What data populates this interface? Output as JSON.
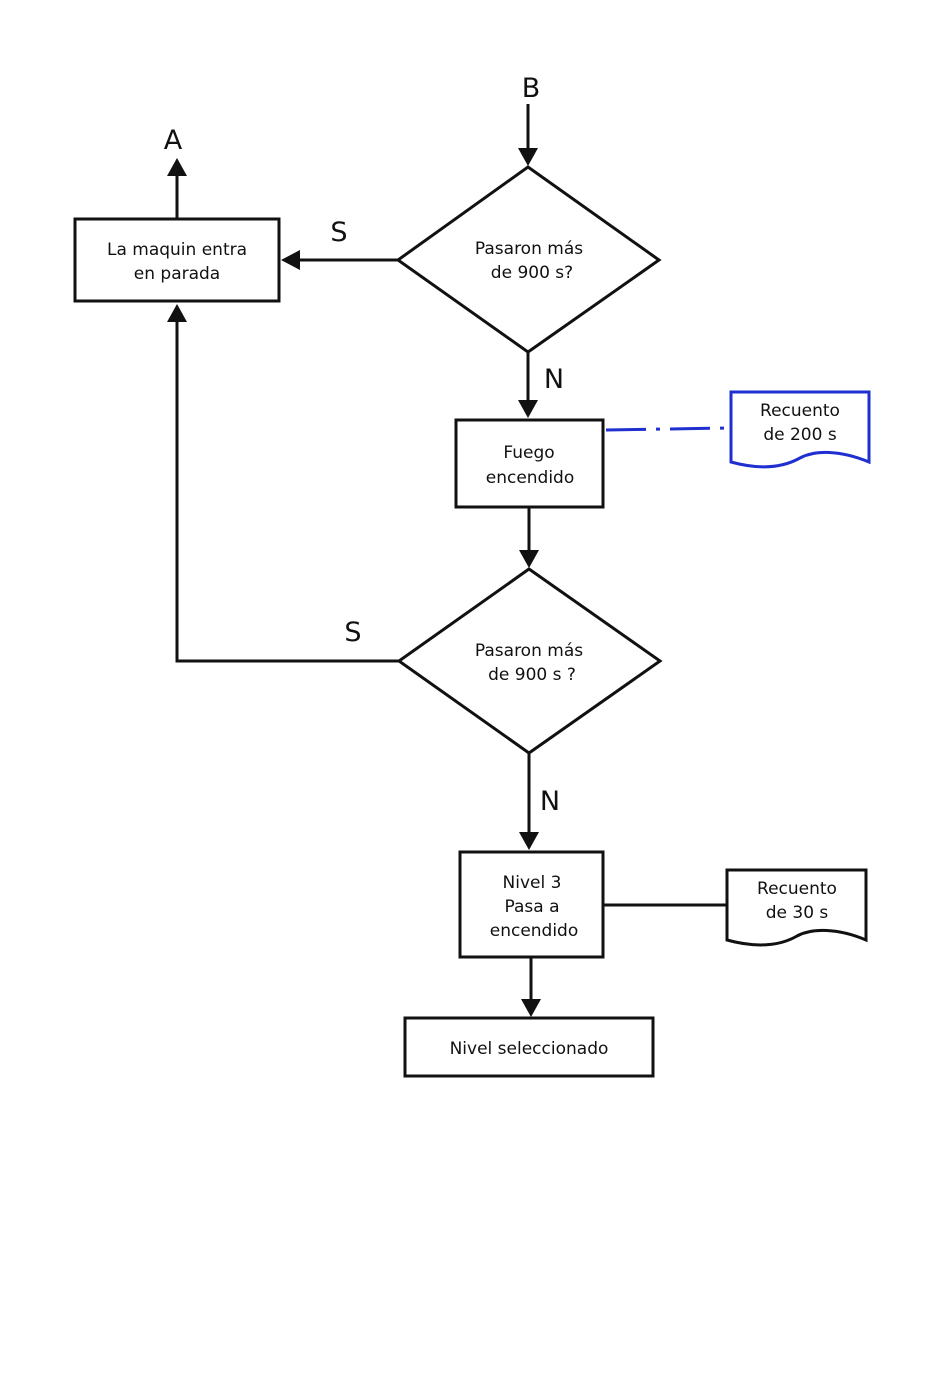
{
  "connectors": {
    "top_in": "B",
    "top_out": "A"
  },
  "decision1": {
    "lines": [
      "Pasaron más",
      "de 900 s?"
    ],
    "yes_label": "S",
    "no_label": "N"
  },
  "stop_box": {
    "lines": [
      "La maquin entra",
      "en parada"
    ]
  },
  "fire_box": {
    "lines": [
      "Fuego",
      "encendido"
    ]
  },
  "doc200": {
    "lines": [
      "Recuento",
      "de 200 s"
    ],
    "color": "#1f2fd0"
  },
  "decision2": {
    "lines": [
      "Pasaron más",
      "de 900 s ?"
    ],
    "yes_label": "S",
    "no_label": "N"
  },
  "level3_box": {
    "lines": [
      "Nivel 3",
      "Pasa a",
      "encendido"
    ]
  },
  "doc30": {
    "lines": [
      "Recuento",
      "de 30 s"
    ]
  },
  "final_box": {
    "lines": [
      "Nivel seleccionado"
    ]
  }
}
